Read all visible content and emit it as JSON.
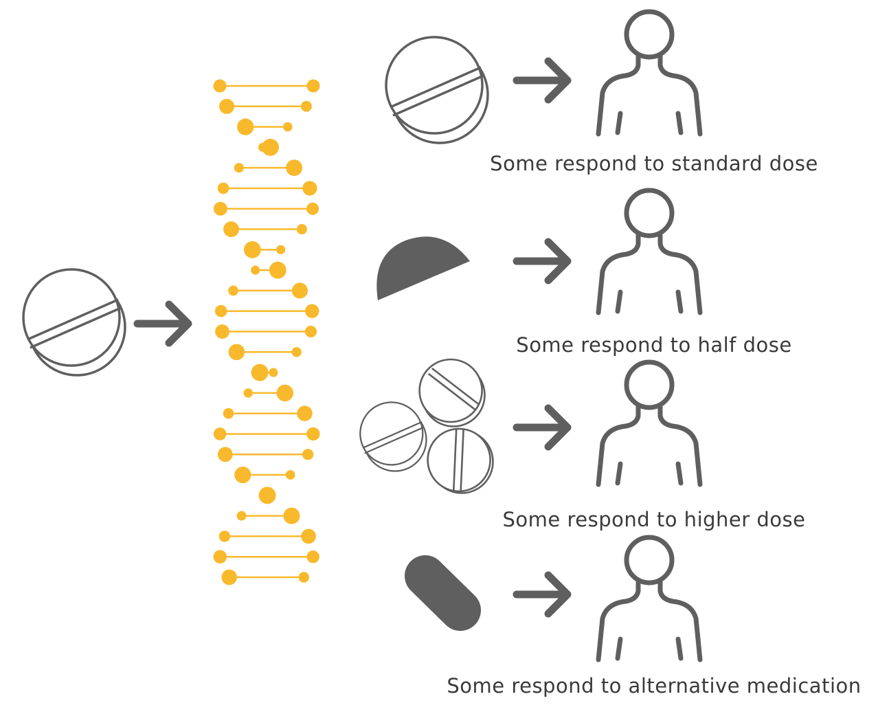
{
  "colors": {
    "dna": "#f9b92d",
    "icon": "#5f5f5f",
    "text": "#3a3a3a"
  },
  "icons": {
    "input": "pill-tablet-icon",
    "genome": "dna-helix-icon",
    "arrow": "arrow-right-icon",
    "person": "person-outline-icon"
  },
  "rows": [
    {
      "dose_icon": "whole-tablet-icon",
      "caption": "Some respond to standard dose"
    },
    {
      "dose_icon": "half-tablet-icon",
      "caption": "Some respond to half dose"
    },
    {
      "dose_icon": "multiple-tablets-icon",
      "caption": "Some respond to higher dose"
    },
    {
      "dose_icon": "capsule-icon",
      "caption": "Some respond to alternative medication"
    }
  ]
}
